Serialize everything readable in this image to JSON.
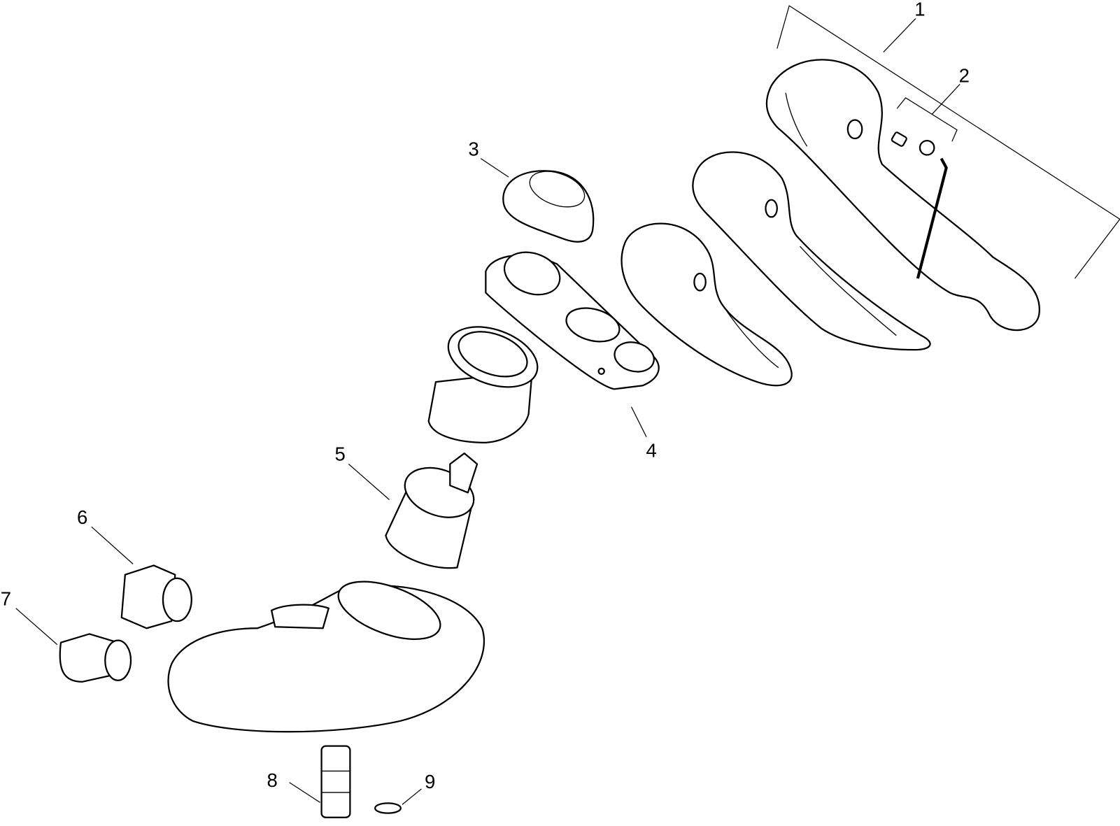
{
  "diagram": {
    "title": "Exploded parts view - single lever faucet",
    "callouts": [
      {
        "id": "1",
        "label": "1"
      },
      {
        "id": "2",
        "label": "2"
      },
      {
        "id": "3",
        "label": "3"
      },
      {
        "id": "4",
        "label": "4"
      },
      {
        "id": "5",
        "label": "5"
      },
      {
        "id": "6",
        "label": "6"
      },
      {
        "id": "7",
        "label": "7"
      },
      {
        "id": "8",
        "label": "8"
      },
      {
        "id": "9",
        "label": "9"
      }
    ]
  }
}
